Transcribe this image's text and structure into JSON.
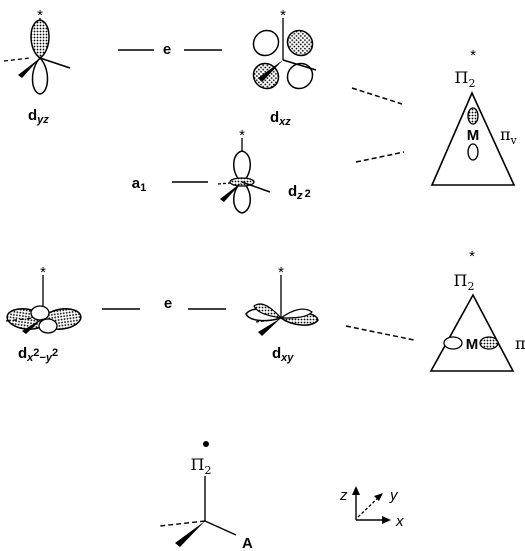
{
  "levels": {
    "e_upper": "e",
    "a1": "a",
    "a1_sub": "1",
    "e_lower": "e"
  },
  "orbitals": {
    "dyz": {
      "base": "d",
      "sub": "yz"
    },
    "dxz": {
      "base": "d",
      "sub": "xz"
    },
    "dz2": {
      "base": "d",
      "sub": "z",
      "sup": "2"
    },
    "dx2y2": {
      "base": "d",
      "sub1": "x",
      "sup1": "2",
      "sub2": "−y",
      "sup2": "2"
    },
    "dxy": {
      "base": "d",
      "sub": "xy"
    }
  },
  "ligand_orbitals": {
    "upper": {
      "label": "Π",
      "sub": "2",
      "star": "*",
      "metal": "M",
      "pi": "π",
      "pi_sub": "v"
    },
    "lower": {
      "label": "Π",
      "sub": "2",
      "star": "*",
      "metal": "M",
      "pi": "π"
    }
  },
  "frame": {
    "pi_label": "Π",
    "pi_sub": "2",
    "vertex_label": "A"
  },
  "axes": {
    "z": "z",
    "y": "y",
    "x": "x"
  },
  "star": "*"
}
